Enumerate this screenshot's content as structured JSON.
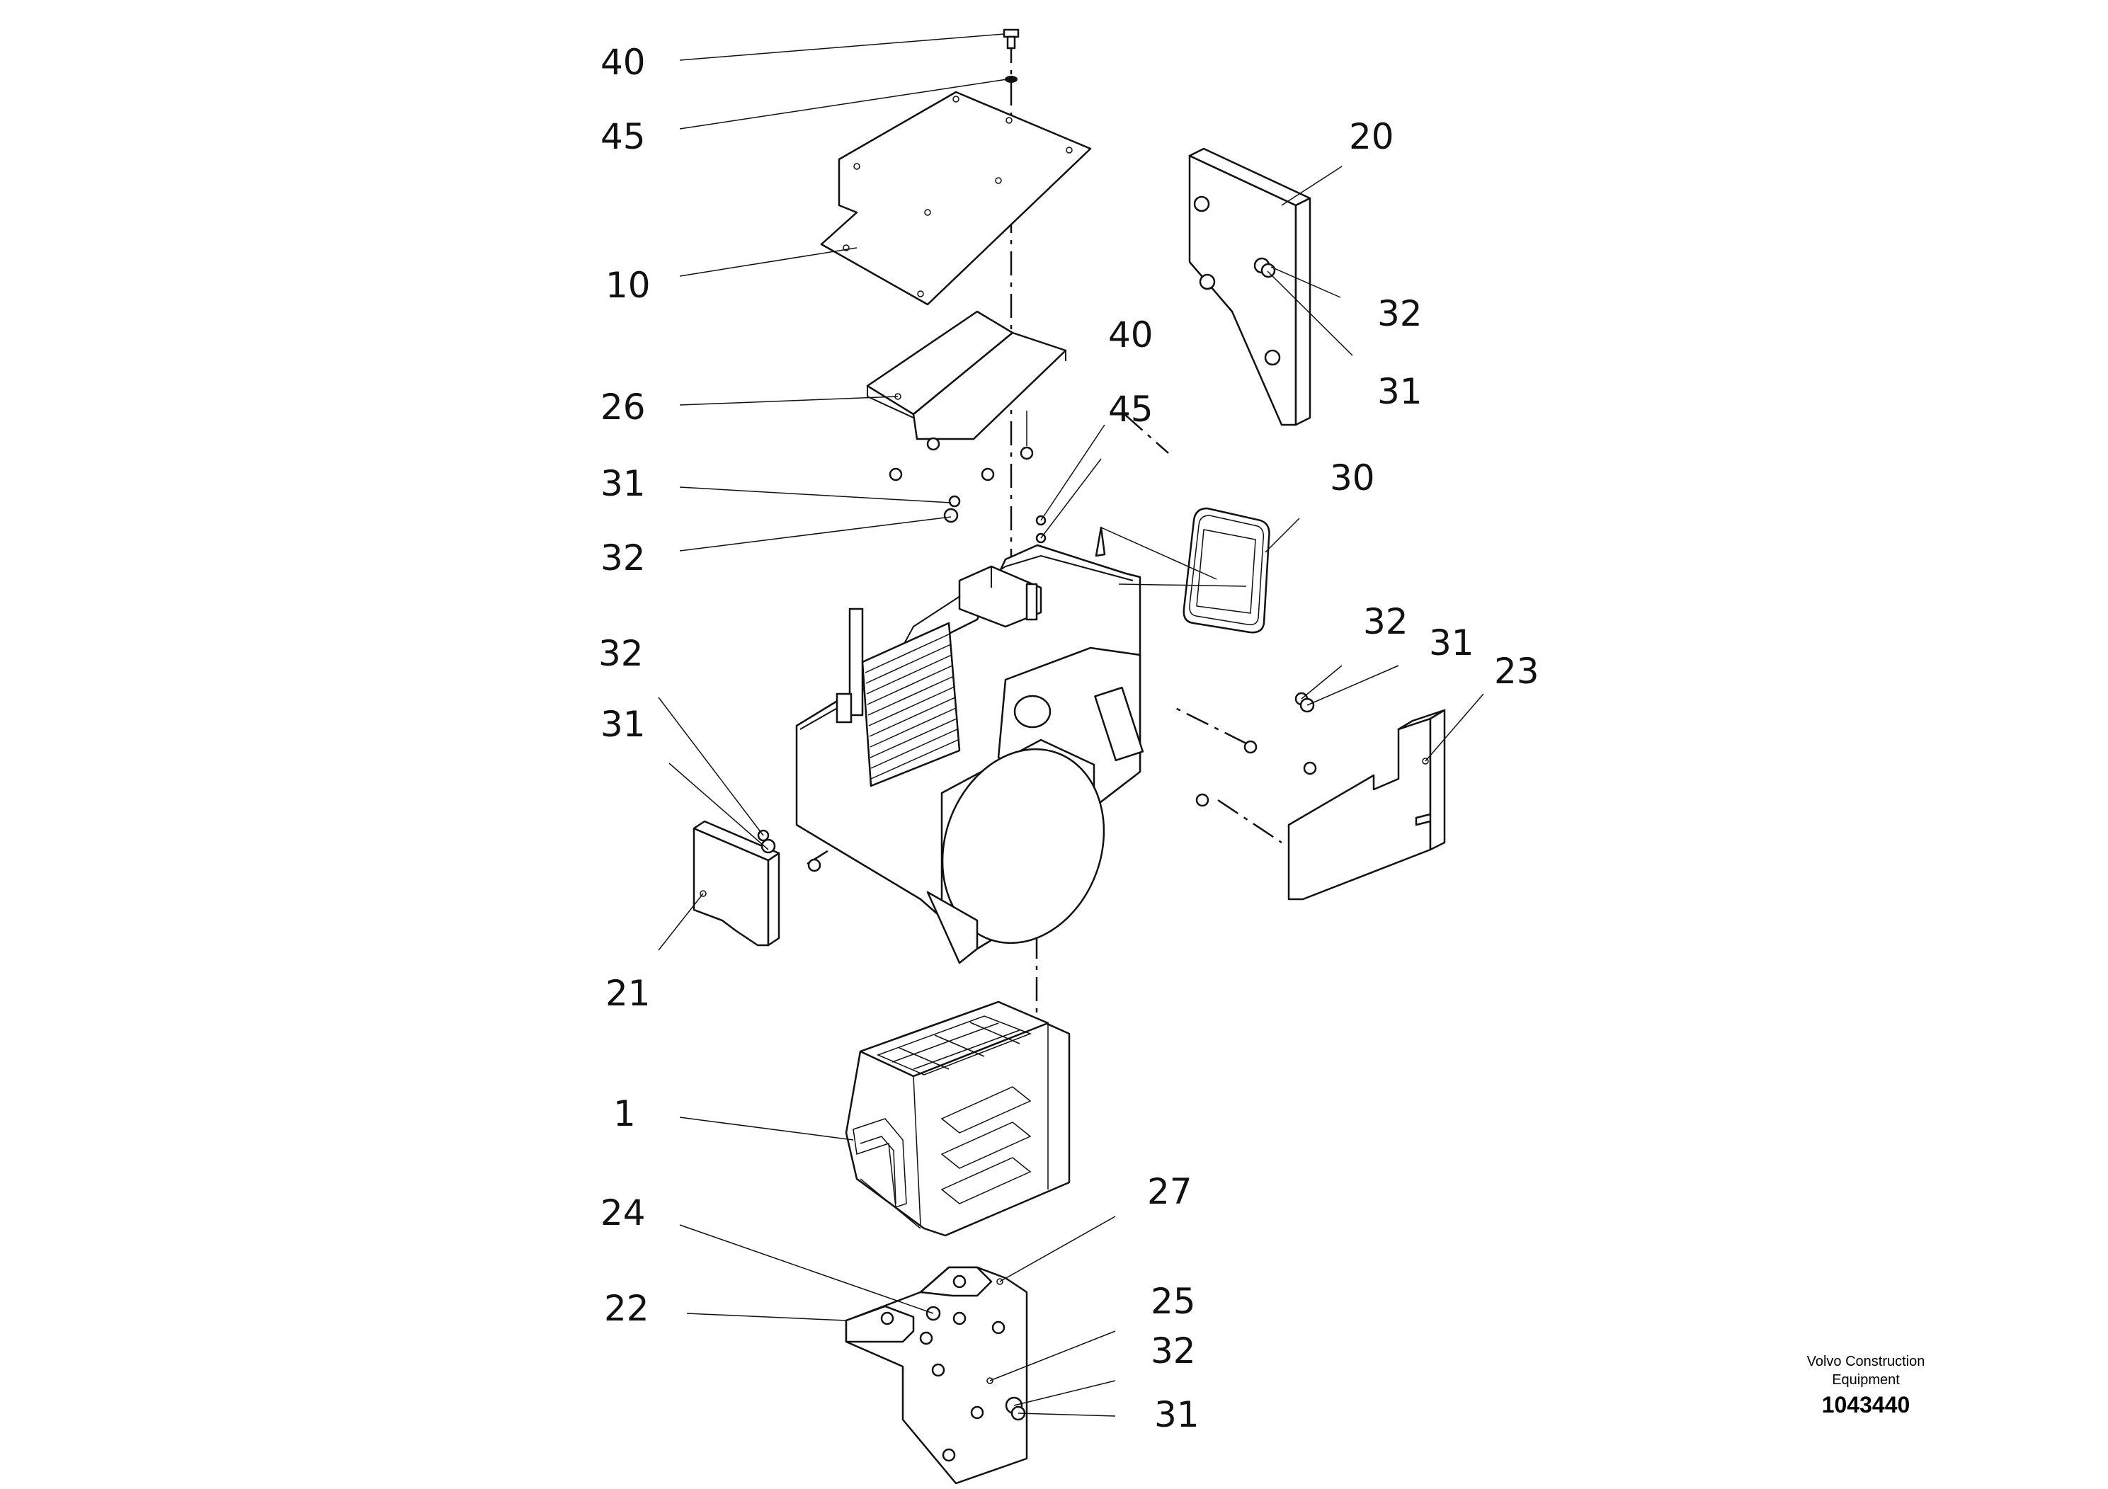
{
  "callouts": {
    "c40a": "40",
    "c45a": "45",
    "c10": "10",
    "c26": "26",
    "c31a": "31",
    "c32a": "32",
    "c32b": "32",
    "c31b": "31",
    "c21": "21",
    "c1": "1",
    "c24": "24",
    "c22": "22",
    "c20": "20",
    "c32c": "32",
    "c31c": "31",
    "c40b": "40",
    "c45b": "45",
    "c30": "30",
    "c32d": "32",
    "c31d": "31",
    "c23": "23",
    "c27": "27",
    "c25": "25",
    "c32e": "32",
    "c31e": "31"
  },
  "branding": {
    "line1": "Volvo Construction",
    "line2": "Equipment",
    "document_number": "1043440"
  }
}
